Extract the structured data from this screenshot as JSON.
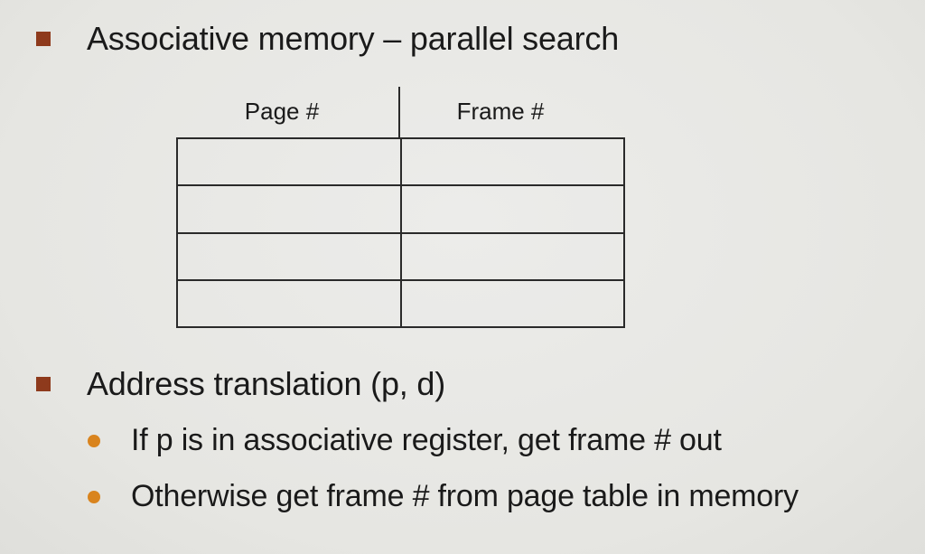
{
  "bullets": {
    "first": "Associative memory – parallel search",
    "second": "Address translation (p, d)"
  },
  "sub_bullets": [
    "If p is in associative register, get frame # out",
    "Otherwise get frame # from page table in memory"
  ],
  "table": {
    "headers": [
      "Page #",
      "Frame #"
    ],
    "rows": [
      [
        "",
        ""
      ],
      [
        "",
        ""
      ],
      [
        "",
        ""
      ],
      [
        "",
        ""
      ]
    ]
  },
  "colors": {
    "square_bullet": "#8e3a1c",
    "dot_bullet": "#d9841e",
    "background": "#e8e8e4"
  }
}
